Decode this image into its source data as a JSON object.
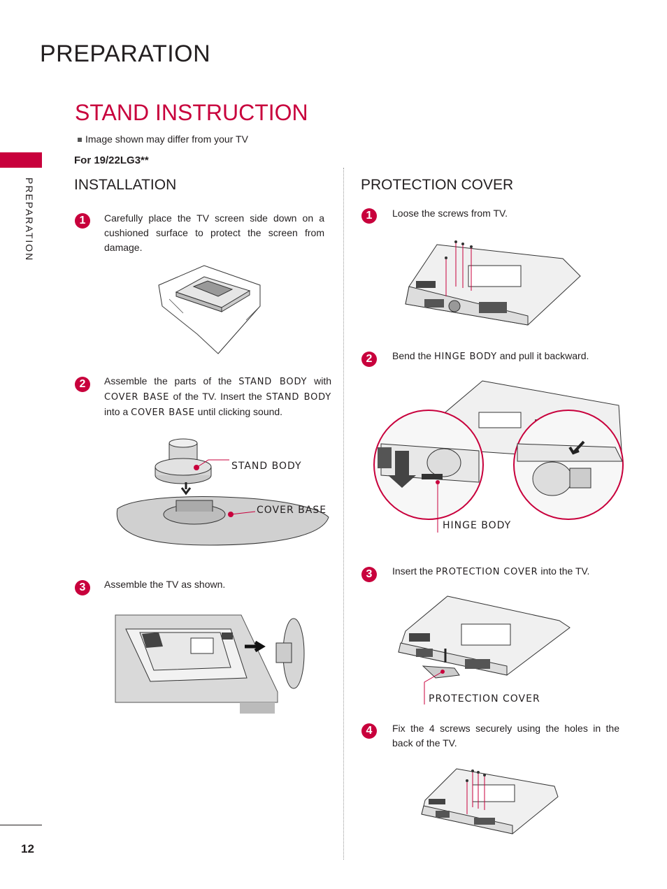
{
  "header": {
    "title": "PREPARATION"
  },
  "section": {
    "title": "STAND INSTRUCTION"
  },
  "note": "Image shown may differ from your TV",
  "model": "For 19/22LG3**",
  "side_label": "PREPARATION",
  "page_number": "12",
  "installation": {
    "title": "INSTALLATION",
    "steps": [
      {
        "num": "1",
        "text": "Carefully place the TV screen side down on a cushioned surface to protect the screen from damage."
      },
      {
        "num": "2",
        "t1": "Assemble the parts of the ",
        "k1": "STAND BODY",
        "t2": " with ",
        "k2": "COVER BASE",
        "t3": " of the TV. Insert the ",
        "k3": "STAND BODY",
        "t4": " into a ",
        "k4": "COVER BASE",
        "t5": " until clicking sound."
      },
      {
        "num": "3",
        "text": "Assemble the TV as shown."
      }
    ],
    "callouts": {
      "stand_body": "STAND BODY",
      "cover_base": "COVER BASE"
    }
  },
  "protection": {
    "title": "PROTECTION COVER",
    "steps": [
      {
        "num": "1",
        "text": "Loose the screws from TV."
      },
      {
        "num": "2",
        "t1": "Bend the ",
        "k1": "HINGE BODY",
        "t2": " and pull it backward."
      },
      {
        "num": "3",
        "t1": "Insert the ",
        "k1": "PROTECTION COVER",
        "t2": " into the TV."
      },
      {
        "num": "4",
        "text": "Fix the 4 screws securely using the holes in the back of the TV."
      }
    ],
    "callouts": {
      "hinge_body": "HINGE BODY",
      "protection_cover": "PROTECTION COVER"
    }
  },
  "colors": {
    "accent": "#c8003c",
    "text": "#231f20"
  }
}
